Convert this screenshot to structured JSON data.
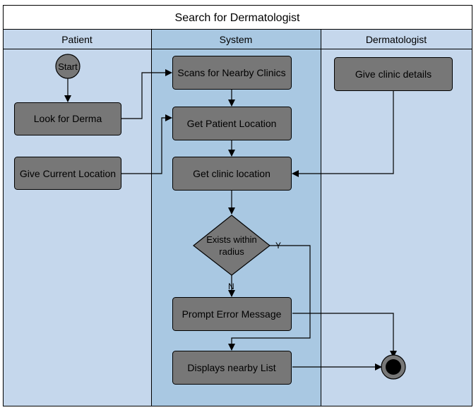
{
  "title": "Search for Dermatologist",
  "lanes": [
    {
      "label": "Patient"
    },
    {
      "label": "System"
    },
    {
      "label": "Dermatologist"
    }
  ],
  "start_label": "Start",
  "nodes": {
    "look_for_derma": "Look for Derma",
    "give_current_location": "Give Current Location",
    "scans_nearby_clinics": "Scans for Nearby Clinics",
    "get_patient_location": "Get Patient Location",
    "get_clinic_location": "Get clinic location",
    "decision_line1": "Exists within",
    "decision_line2": "radius",
    "prompt_error_message": "Prompt Error Message",
    "displays_nearby_list": "Displays nearby List",
    "give_clinic_details": "Give clinic details"
  },
  "branch_labels": {
    "yes": "Y",
    "no": "N"
  },
  "colors": {
    "patient_lane": "#c5d7ec",
    "system_lane": "#a9c8e2",
    "dermatologist_lane": "#c5d7ec",
    "header_bg": "#c5d7ec",
    "node_fill": "#777777",
    "border": "#000000"
  }
}
